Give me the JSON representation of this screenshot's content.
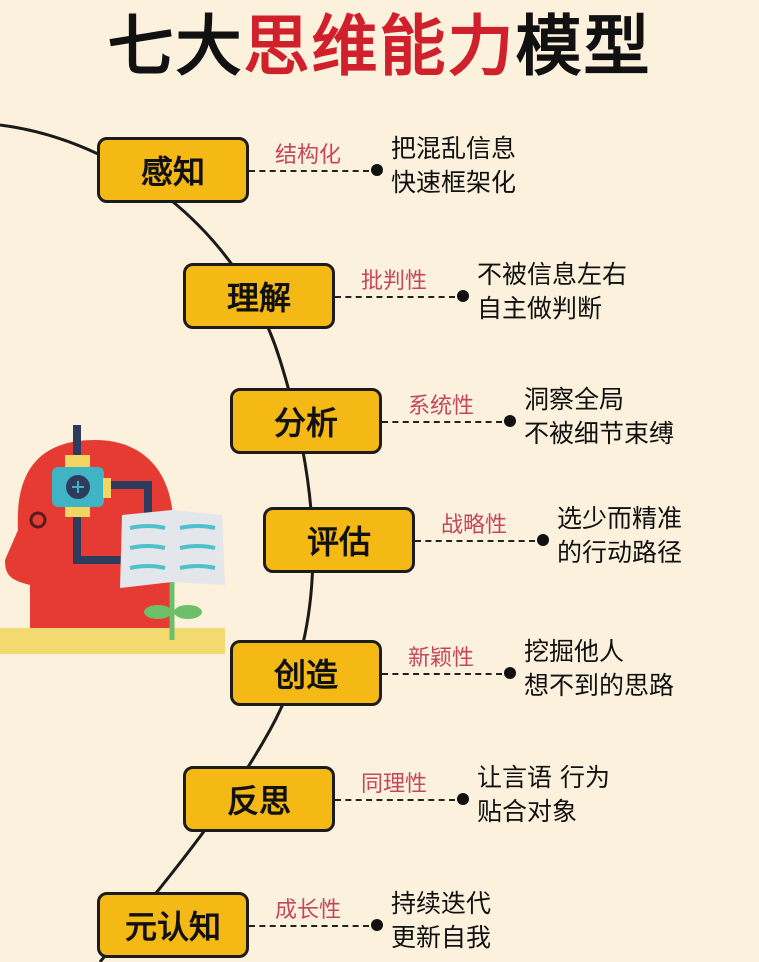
{
  "title": {
    "part1": "七大",
    "part2": "思维能力",
    "part3": "模型"
  },
  "colors": {
    "background": "#fbf1dc",
    "box": "#f4b914",
    "title_accent": "#d0202c",
    "label": "#c4475e"
  },
  "illustration": {
    "icon": "head-with-headphones-book-plant-icon"
  },
  "items": [
    {
      "name": "感知",
      "trait": "结构化",
      "desc1": "把混乱信息",
      "desc2": "快速框架化"
    },
    {
      "name": "理解",
      "trait": "批判性",
      "desc1": "不被信息左右",
      "desc2": "自主做判断"
    },
    {
      "name": "分析",
      "trait": "系统性",
      "desc1": "洞察全局",
      "desc2": "不被细节束缚"
    },
    {
      "name": "评估",
      "trait": "战略性",
      "desc1": "选少而精准",
      "desc2": "的行动路径"
    },
    {
      "name": "创造",
      "trait": "新颖性",
      "desc1": "挖掘他人",
      "desc2": "想不到的思路"
    },
    {
      "name": "反思",
      "trait": "同理性",
      "desc1": "让言语 行为",
      "desc2": "贴合对象"
    },
    {
      "name": "元认知",
      "trait": "成长性",
      "desc1": "持续迭代",
      "desc2": "更新自我"
    }
  ]
}
